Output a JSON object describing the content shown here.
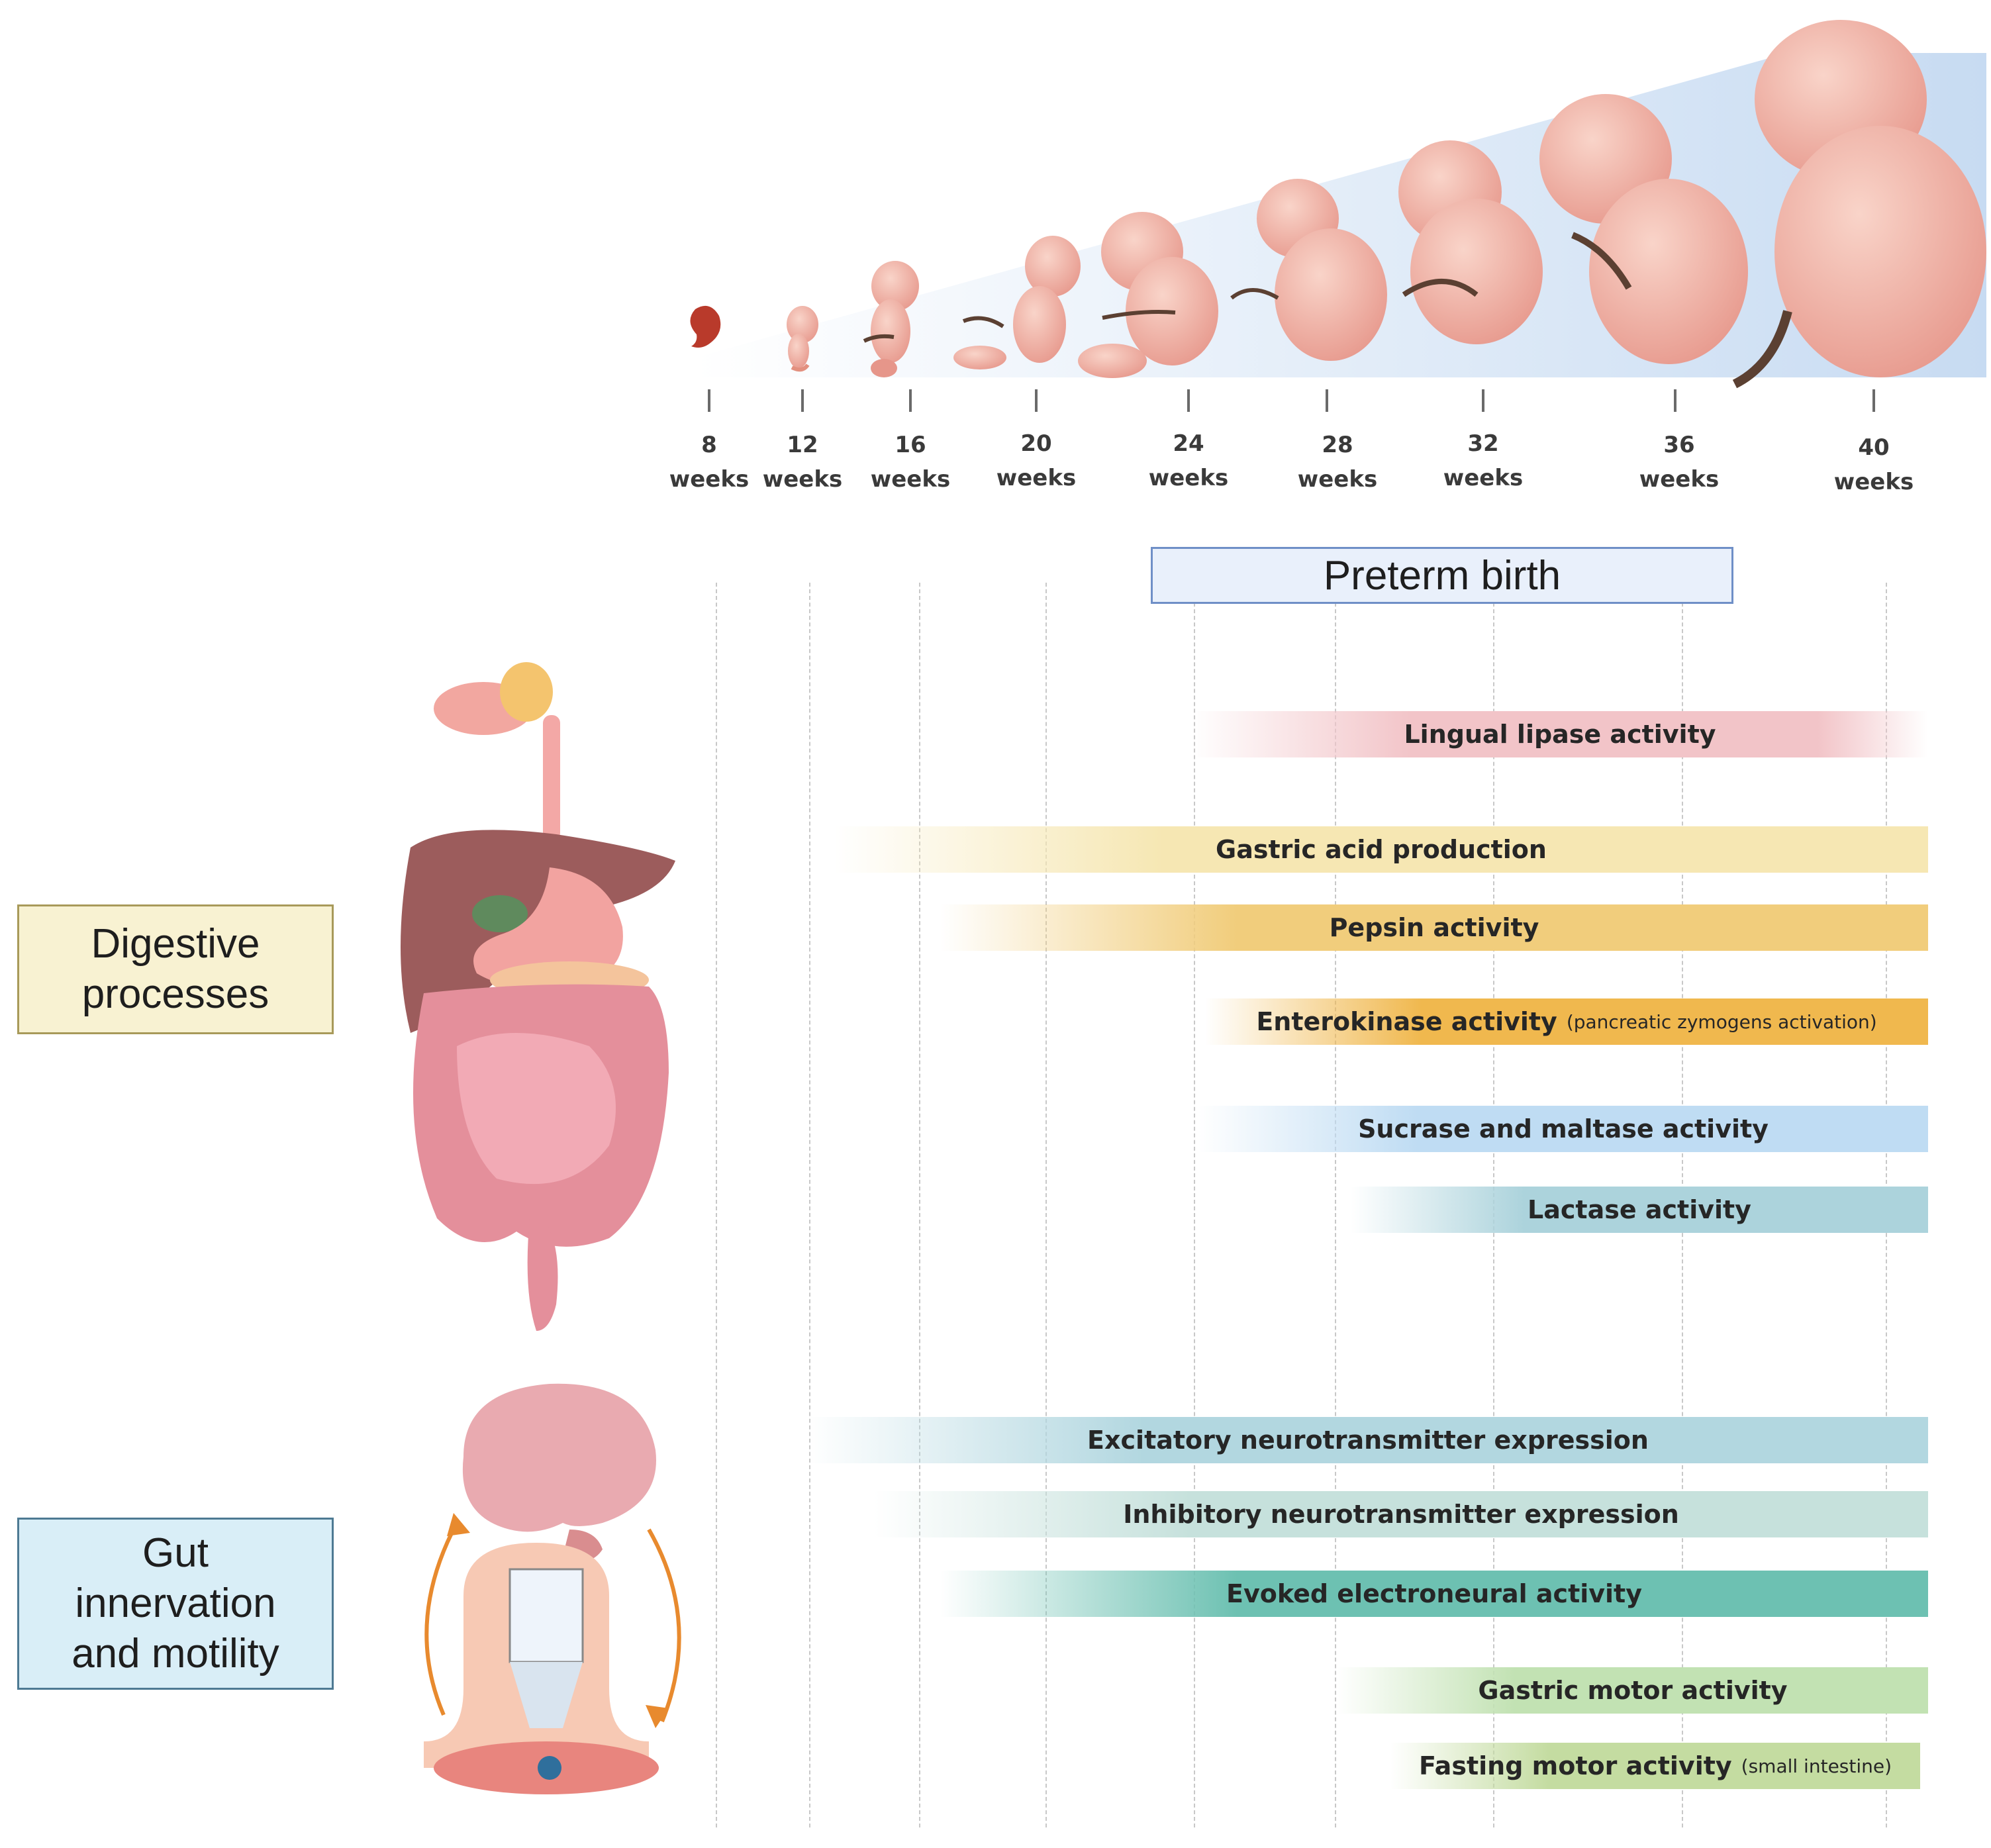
{
  "timeline": {
    "weeks": [
      {
        "num": "8",
        "unit": "weeks"
      },
      {
        "num": "12",
        "unit": "weeks"
      },
      {
        "num": "16",
        "unit": "weeks"
      },
      {
        "num": "20",
        "unit": "weeks"
      },
      {
        "num": "24",
        "unit": "weeks"
      },
      {
        "num": "28",
        "unit": "weeks"
      },
      {
        "num": "32",
        "unit": "weeks"
      },
      {
        "num": "36",
        "unit": "weeks"
      },
      {
        "num": "40",
        "unit": "weeks"
      }
    ]
  },
  "preterm_label": "Preterm birth",
  "categories": {
    "digestive": "Digestive\nprocesses",
    "gut": "Gut\ninnervation\nand motility"
  },
  "bars": [
    {
      "label": "Lingual lipase activity",
      "note": "",
      "color": "#f2c4c8",
      "fade_in": true,
      "fade_out": true
    },
    {
      "label": "Gastric acid production",
      "note": "",
      "color": "#f6e7b3",
      "fade_in": true,
      "fade_out": false
    },
    {
      "label": "Pepsin activity",
      "note": "",
      "color": "#f1cd7c",
      "fade_in": true,
      "fade_out": false
    },
    {
      "label": "Enterokinase activity",
      "note": "(pancreatic zymogens activation)",
      "color": "#f0b84e",
      "fade_in": true,
      "fade_out": false
    },
    {
      "label": "Sucrase and maltase activity",
      "note": "",
      "color": "#bfdcf3",
      "fade_in": true,
      "fade_out": false
    },
    {
      "label": "Lactase activity",
      "note": "",
      "color": "#acd3dc",
      "fade_in": true,
      "fade_out": false
    },
    {
      "label": "Excitatory neurotransmitter expression",
      "note": "",
      "color": "#b2d7e0",
      "fade_in": true,
      "fade_out": false
    },
    {
      "label": "Inhibitory neurotransmitter expression",
      "note": "",
      "color": "#c6e1dc",
      "fade_in": true,
      "fade_out": false
    },
    {
      "label": "Evoked electroneural activity",
      "note": "",
      "color": "#6dc1b2",
      "fade_in": true,
      "fade_out": false
    },
    {
      "label": "Gastric motor activity",
      "note": "",
      "color": "#c2e2b3",
      "fade_in": true,
      "fade_out": false
    },
    {
      "label": "Fasting motor activity",
      "note": "(small intestine)",
      "color": "#c4dca1",
      "fade_in": true,
      "fade_out": false
    }
  ],
  "colors": {
    "fetus_skin": "#f2b7a8",
    "fetus_shade": "#e3907f",
    "embryo": "#b93a2b",
    "cord": "#5b4032",
    "sky_gradient": "#cfe0f3",
    "arrow": "#e88a2e"
  }
}
